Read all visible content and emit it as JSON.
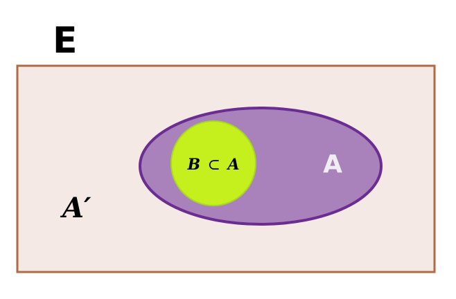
{
  "diagram": {
    "universe_label": "E",
    "set_a_label": "A",
    "complement_label": "A′",
    "subset_label": {
      "left": "B",
      "symbol": "⊂",
      "right": "A"
    }
  },
  "colors": {
    "universe_fill": "#f5e9e5",
    "universe_stroke": "#b06a44",
    "set_a_fill": "#a982bb",
    "set_a_stroke": "#6a2d91",
    "set_b_fill": "#c6f01d",
    "set_b_stroke": "#a7d820",
    "label_a_color": "#f0eef2",
    "text_dark": "#000000"
  }
}
